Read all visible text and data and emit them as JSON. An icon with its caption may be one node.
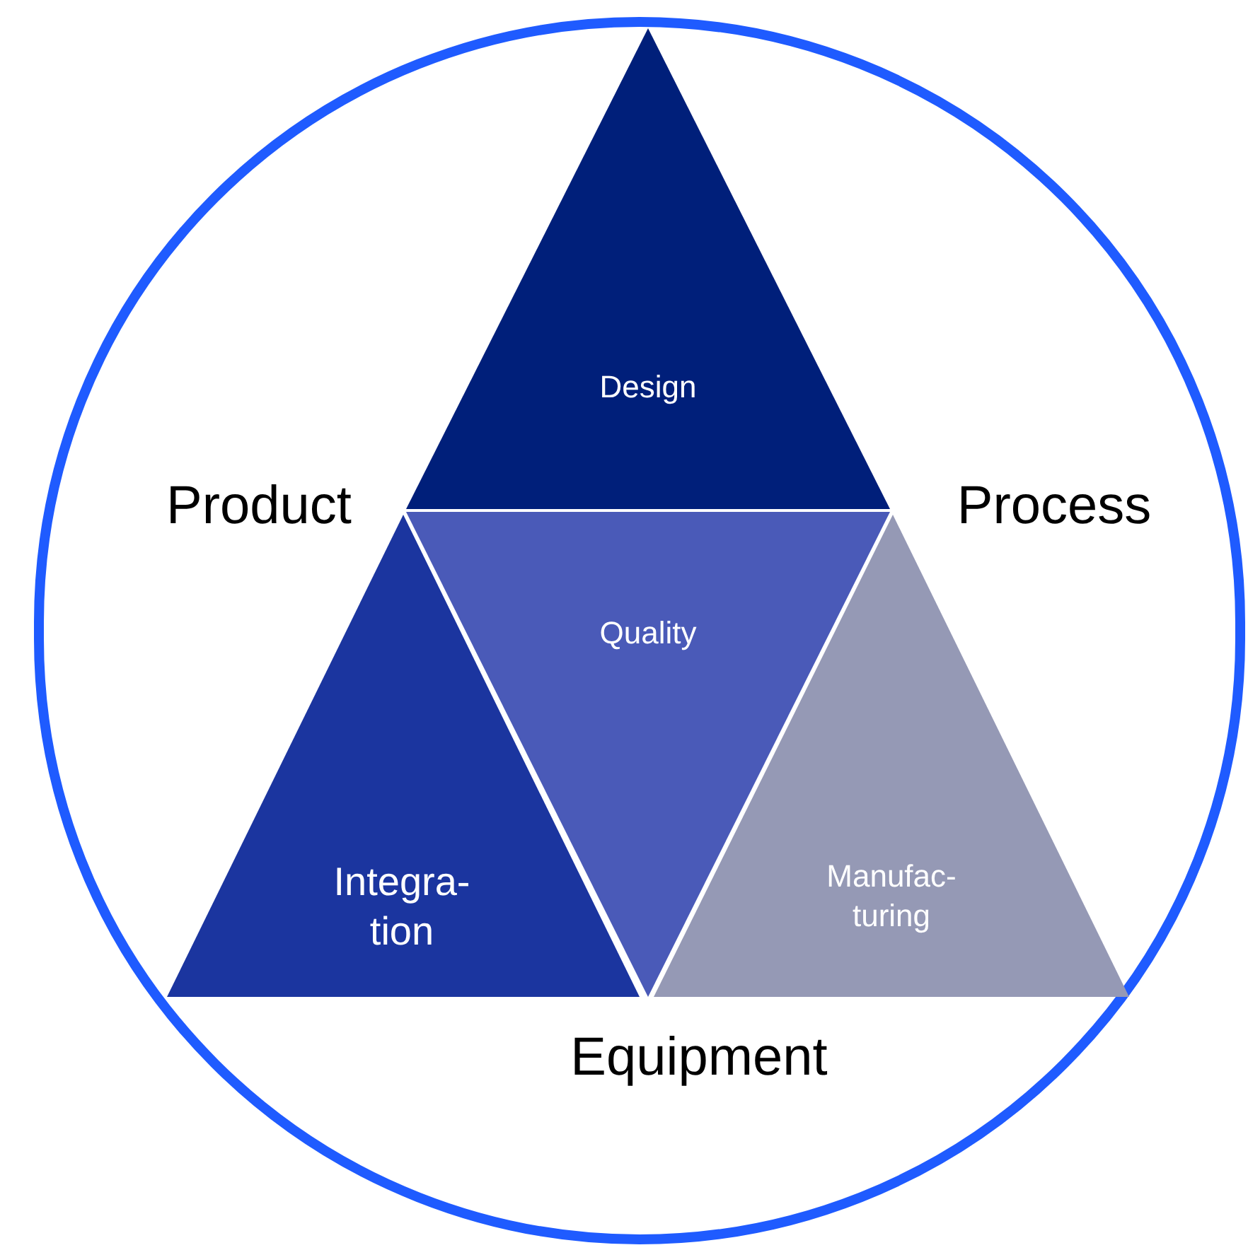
{
  "diagram": {
    "nodes": [
      {
        "text": [],
        "shape": "circle"
      },
      {
        "text": [
          "Design"
        ],
        "in": 0
      },
      {
        "text": [
          "Quality"
        ],
        "in": 0
      },
      {
        "text": [
          "Integra- tion"
        ],
        "in": 0
      },
      {
        "text": [
          "Manufac- turing"
        ],
        "in": 0
      }
    ],
    "labels": [
      "Product",
      "Process",
      "Equipment"
    ]
  }
}
